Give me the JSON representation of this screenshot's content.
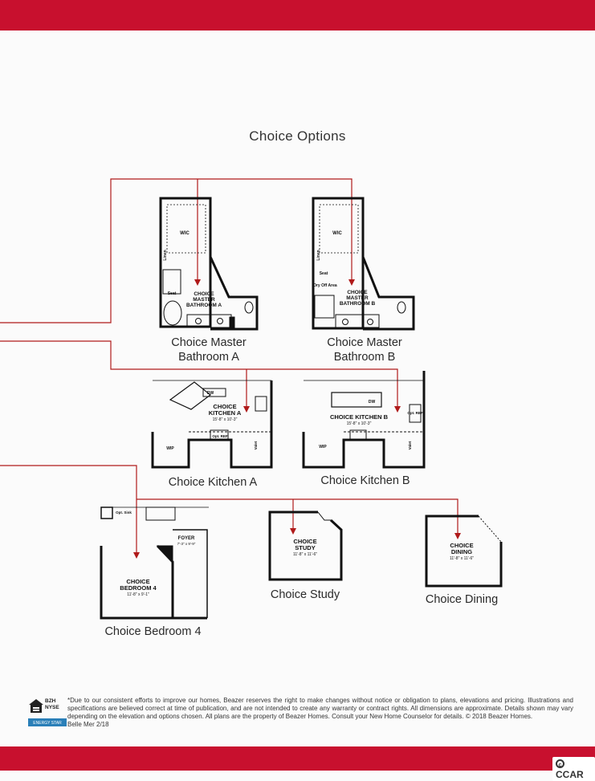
{
  "page": {
    "title": "Choice Options",
    "accent_color": "#c8102e"
  },
  "options": [
    {
      "caption": "Choice Master Bathroom A",
      "label_lines": [
        "CHOICE",
        "MASTER",
        "BATHROOM A"
      ],
      "rooms": [
        "WIC",
        "Linen",
        "Seat"
      ]
    },
    {
      "caption": "Choice Master Bathroom B",
      "label_lines": [
        "CHOICE",
        "MASTER",
        "BATHROOM B"
      ],
      "rooms": [
        "WIC",
        "Linen",
        "Seat",
        "Dry Off Area"
      ]
    },
    {
      "caption": "Choice Kitchen A",
      "label_lines": [
        "CHOICE",
        "KITCHEN A"
      ],
      "dims": "15'-8\" x 10'-3\"",
      "rooms": [
        "DW",
        "WIP",
        "Opt. REF",
        "Valet"
      ]
    },
    {
      "caption": "Choice Kitchen B",
      "label_lines": [
        "CHOICE KITCHEN B"
      ],
      "dims": "15'-8\" x 10'-3\"",
      "rooms": [
        "DW",
        "WIP",
        "Opt. REF",
        "Valet"
      ]
    },
    {
      "caption": "Choice Bedroom 4",
      "label_lines": [
        "CHOICE",
        "BEDROOM 4"
      ],
      "dims": "11'-8\" x 9'-1\"",
      "rooms": [
        "FOYER",
        "Opt. Sink"
      ],
      "foyer_dims": "7'-3\" x 9'-9\""
    },
    {
      "caption": "Choice Study",
      "label_lines": [
        "CHOICE",
        "STUDY"
      ],
      "dims": "11'-8\" x 11'-6\""
    },
    {
      "caption": "Choice Dining",
      "label_lines": [
        "CHOICE",
        "DINING"
      ],
      "dims": "11'-8\" x 11'-6\""
    }
  ],
  "captions": {
    "bath_a_line1": "Choice Master",
    "bath_a_line2": "Bathroom A",
    "bath_b_line1": "Choice Master",
    "bath_b_line2": "Bathroom B",
    "kitchen_a": "Choice Kitchen A",
    "kitchen_b": "Choice Kitchen B",
    "bedroom_4": "Choice Bedroom 4",
    "study": "Choice Study",
    "dining": "Choice Dining"
  },
  "footer": {
    "disclaimer": "*Due to our consistent efforts to improve our homes, Beazer reserves the right to make changes without notice or obligation to plans, elevations and pricing. Illustrations and specifications are believed correct at time of publication, and are not intended to create any warranty or contract rights. All dimensions are approximate. Details shown may vary depending on the elevation and options chosen. All plans are the property of Beazer Homes. Consult your New Home Counselor for details. © 2018 Beazer Homes.",
    "plan_code": "Belle Mer 2/18",
    "logo_text": "BZH NYSE",
    "watermark": "CCAR"
  }
}
